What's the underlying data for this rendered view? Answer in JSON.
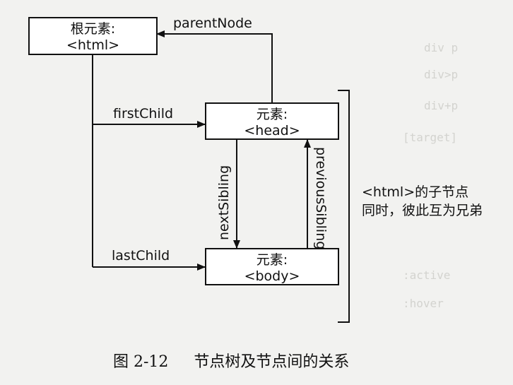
{
  "nodes": {
    "root": {
      "line1": "根元素:",
      "line2": "<html>"
    },
    "head": {
      "line1": "元素:",
      "line2": "<head>"
    },
    "body": {
      "line1": "元素:",
      "line2": "<body>"
    }
  },
  "edges": {
    "parent_node": "parentNode",
    "first_child": "firstChild",
    "last_child": "lastChild",
    "next_sibling": "nextSibling",
    "previous_sibling": "previousSibling"
  },
  "note": {
    "line1": "<html>的子节点",
    "line2": "同时，彼此互为兄弟"
  },
  "caption": {
    "figure_number": "图 2-12",
    "title": "节点树及节点间的关系"
  }
}
